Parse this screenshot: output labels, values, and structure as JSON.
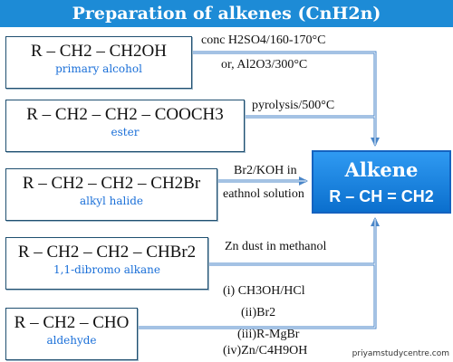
{
  "title": "Preparation of alkenes (CnH2n)",
  "reactants": [
    {
      "formula": "R – CH2 – CH2OH",
      "caption": "primary alcohol"
    },
    {
      "formula": "R – CH2 – CH2 – COOCH3",
      "caption": "ester"
    },
    {
      "formula": "R – CH2 – CH2 – CH2Br",
      "caption": "alkyl halide"
    },
    {
      "formula": "R – CH2 – CH2 – CHBr2",
      "caption": "1,1-dibromo alkane"
    },
    {
      "formula": "R – CH2 – CHO",
      "caption": "aldehyde"
    }
  ],
  "conditions": {
    "alcohol_line1": "conc H2SO4/160-170°C",
    "alcohol_line2": "or, Al2O3/300°C",
    "ester": "pyrolysis/500°C",
    "halide_line1": "Br2/KOH in",
    "halide_line2": "eathnol solution",
    "dibromo": "Zn dust in methanol",
    "aldehyde_line1": "(i) CH3OH/HCl",
    "aldehyde_line2": "(ii)Br2",
    "aldehyde_line3": "(iii)R-MgBr",
    "aldehyde_line4": "(iv)Zn/C4H9OH"
  },
  "product": {
    "name": "Alkene",
    "formula": "R – CH = CH2"
  },
  "watermark": "priyamstudycentre.com",
  "colors": {
    "title_bg": "#1d8bd6",
    "product_bg": "#0b6fcd",
    "arrow": "#4a86c8",
    "caption": "#1a6fd8"
  }
}
